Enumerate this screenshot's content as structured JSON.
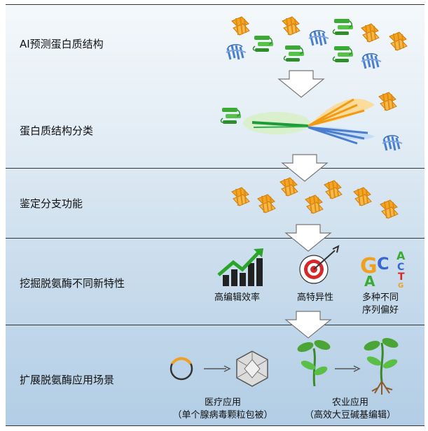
{
  "stages": [
    {
      "label": "AI预测蛋白质结构"
    },
    {
      "label": "蛋白质结构分类"
    },
    {
      "label": "鉴定分支功能"
    },
    {
      "label": "挖掘脱氨酶不同新特性"
    },
    {
      "label": "扩展脱氨酶应用场景"
    }
  ],
  "properties": {
    "efficiency": "高编辑效率",
    "specificity": "高特异性",
    "sequence_pref_line1": "多种不同",
    "sequence_pref_line2": "序列偏好"
  },
  "applications": {
    "medical_line1": "医疗应用",
    "medical_line2": "（单个腺病毒颗粒包被）",
    "agri_line1": "农业应用",
    "agri_line2": "（高效大豆碱基编辑）"
  },
  "sequence_logo_letters": [
    "G",
    "C",
    "A",
    "A",
    "C",
    "T",
    "G"
  ],
  "colors": {
    "orange_protein": "#f0a020",
    "green_protein": "#3aaa35",
    "blue_protein": "#4a7fd0",
    "arrow_fill": "#ffffff",
    "target_red": "#d62828",
    "chart_green": "#2aa52a"
  },
  "icons": [
    "orange-protein-icon",
    "green-protein-icon",
    "blue-protein-icon",
    "down-arrow-icon",
    "growth-chart-icon",
    "target-icon",
    "sequence-logo-icon",
    "plasmid-icon",
    "virus-capsid-icon",
    "seedling-icon",
    "soybean-plant-icon"
  ]
}
